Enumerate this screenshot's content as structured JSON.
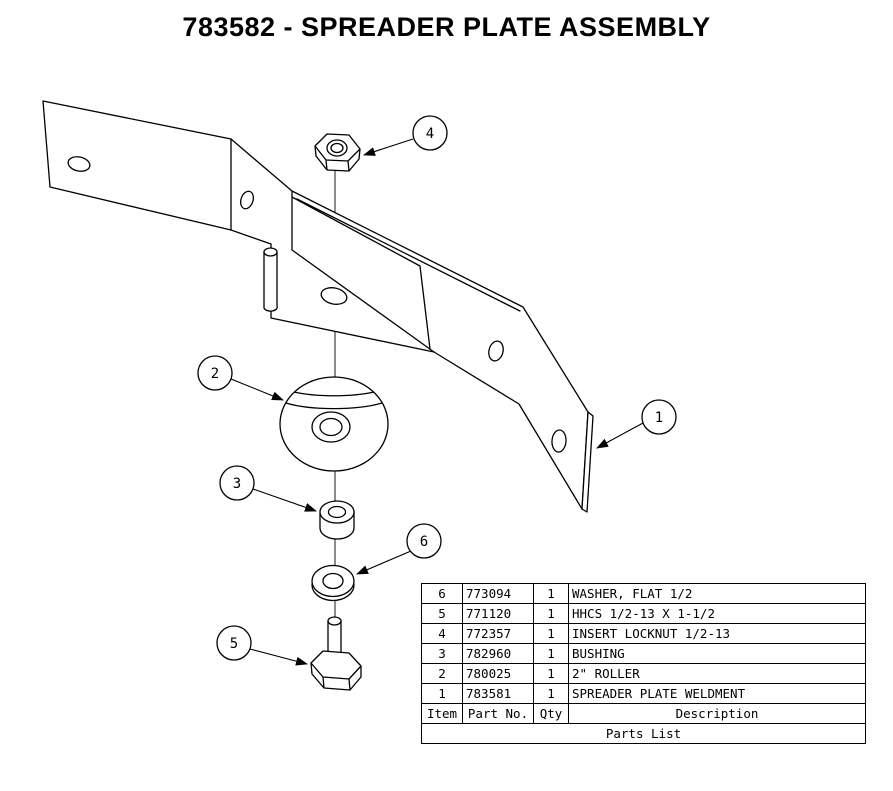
{
  "title": "783582 - SPREADER PLATE ASSEMBLY",
  "balloons": [
    {
      "label": "1"
    },
    {
      "label": "2"
    },
    {
      "label": "3"
    },
    {
      "label": "4"
    },
    {
      "label": "5"
    },
    {
      "label": "6"
    }
  ],
  "parts_list": {
    "caption": "Parts List",
    "headers": {
      "item": "Item",
      "part_no": "Part No.",
      "qty": "Qty",
      "description": "Description"
    },
    "rows": [
      {
        "item": "6",
        "part_no": "773094",
        "qty": "1",
        "description": "WASHER, FLAT 1/2"
      },
      {
        "item": "5",
        "part_no": "771120",
        "qty": "1",
        "description": "HHCS 1/2-13 X 1-1/2"
      },
      {
        "item": "4",
        "part_no": "772357",
        "qty": "1",
        "description": "INSERT LOCKNUT 1/2-13"
      },
      {
        "item": "3",
        "part_no": "782960",
        "qty": "1",
        "description": "BUSHING"
      },
      {
        "item": "2",
        "part_no": "780025",
        "qty": "1",
        "description": "2\" ROLLER"
      },
      {
        "item": "1",
        "part_no": "783581",
        "qty": "1",
        "description": "SPREADER PLATE WELDMENT"
      }
    ]
  },
  "colors": {
    "line": "#000000",
    "background": "#ffffff"
  }
}
